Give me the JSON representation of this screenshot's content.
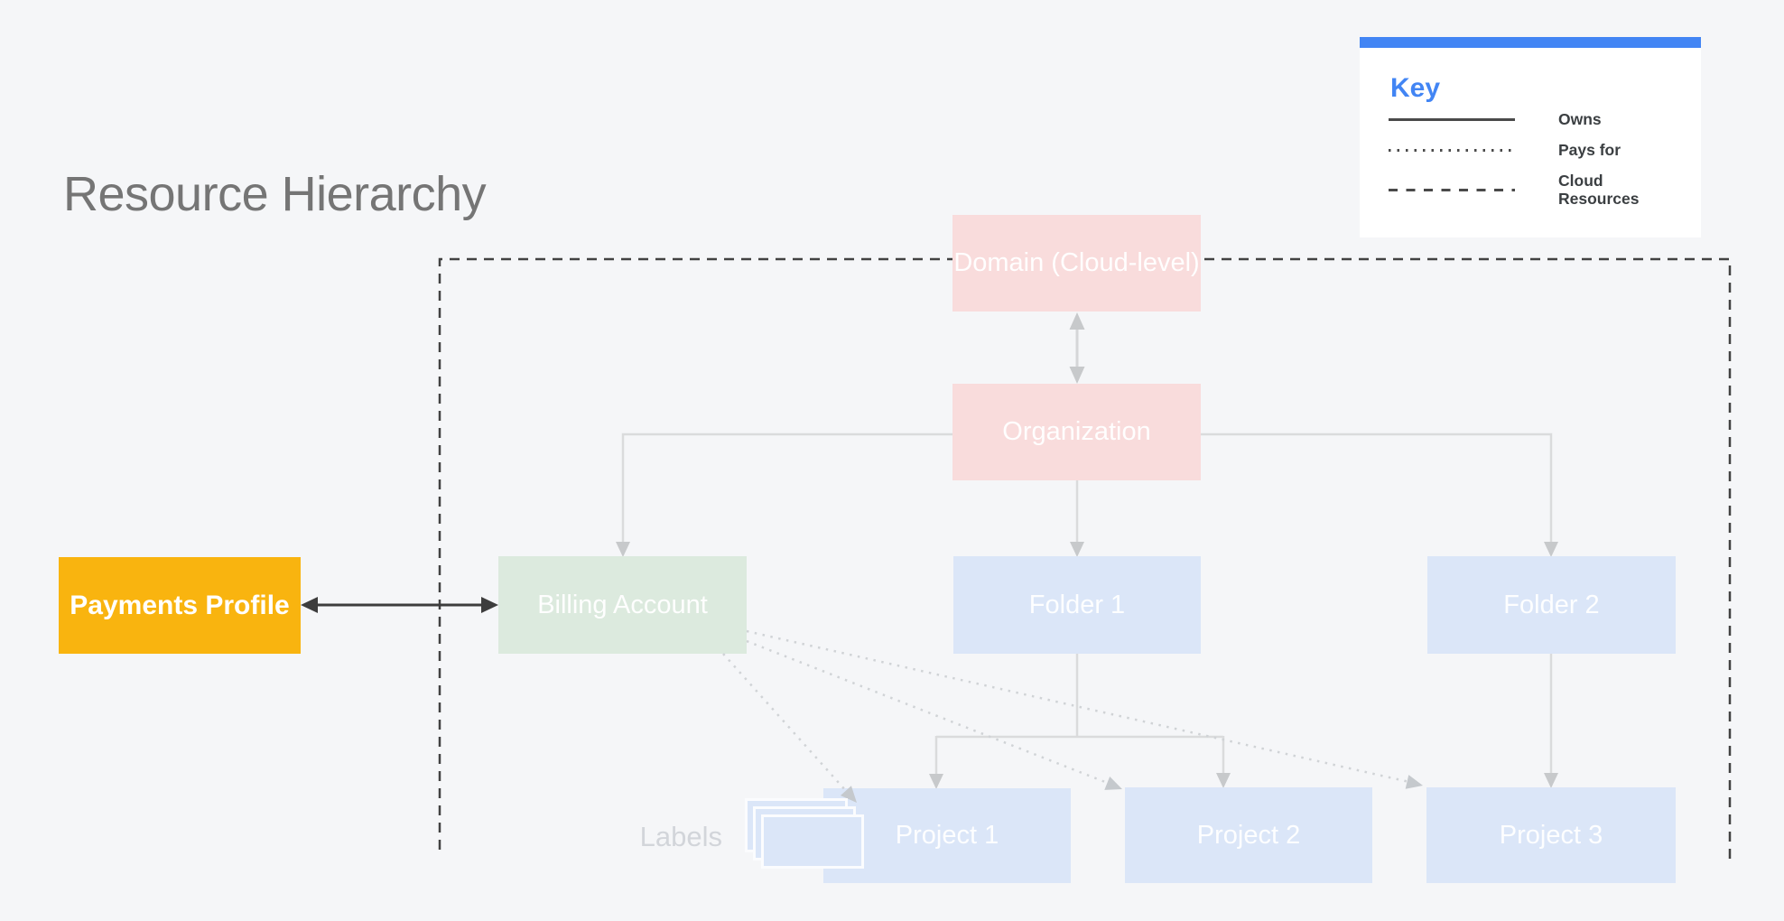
{
  "title": "Resource Hierarchy",
  "key": {
    "heading": "Key",
    "items": [
      {
        "style": "solid",
        "label": "Owns"
      },
      {
        "style": "dotted",
        "label": "Pays for"
      },
      {
        "style": "dashed",
        "label": "Cloud Resources"
      }
    ]
  },
  "nodes": {
    "domain": {
      "label": "Domain (Cloud-level)",
      "color": "#f9dcdc"
    },
    "organization": {
      "label": "Organization",
      "color": "#f9dcdc"
    },
    "billing_account": {
      "label": "Billing Account",
      "color": "#dceade"
    },
    "payments_profile": {
      "label": "Payments Profile",
      "color": "#f9b40f"
    },
    "folder1": {
      "label": "Folder 1",
      "color": "#dbe6f8"
    },
    "folder2": {
      "label": "Folder 2",
      "color": "#dbe6f8"
    },
    "project1": {
      "label": "Project 1",
      "color": "#dbe6f8"
    },
    "project2": {
      "label": "Project 2",
      "color": "#dbe6f8"
    },
    "project3": {
      "label": "Project 3",
      "color": "#dbe6f8"
    }
  },
  "labels_caption": "Labels",
  "colors": {
    "background": "#f5f6f8",
    "key_accent_blue": "#4285f4",
    "owns_line_gray": "#dadbdc",
    "arrowhead_gray": "#c7c9cb",
    "pays_for_dotted_gray": "#d0d3d6",
    "cloud_boundary_dash_dark": "#424242",
    "payments_link_black": "#3d3d3d",
    "title_gray": "#757575"
  }
}
